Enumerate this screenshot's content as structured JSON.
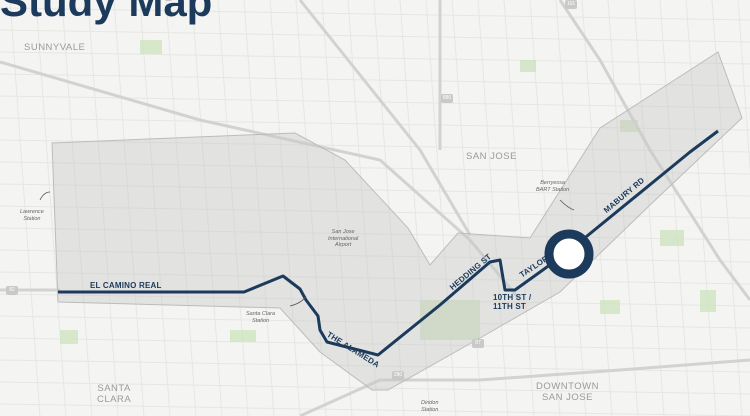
{
  "title": "Study Map",
  "cities": {
    "sunnyvale": "SUNNYVALE",
    "san_jose": "SAN JOSE",
    "santa_clara": "SANTA\nCLARA",
    "downtown": "DOWNTOWN\nSAN JOSE"
  },
  "stations": {
    "lawrence": "Lawrence\nStation",
    "airport": "San Jose\nInternational\nAirport",
    "santa_clara": "Santa Clara\nStation",
    "berryessa": "Berryessa\nBART Station",
    "diridon": "Diridon\nStation"
  },
  "routes": {
    "el_camino": "EL CAMINO REAL",
    "alameda": "THE ALAMEDA",
    "hedding": "HEDDING ST",
    "taylor": "TAYLOR",
    "tenth": "10TH ST /\n11TH ST",
    "mabury": "MABURY RD"
  },
  "shields": {
    "a": "82",
    "b": "880",
    "c": "101",
    "d": "280",
    "e": "87"
  },
  "colors": {
    "route": "#1b3a5c",
    "study_area": "#c9c9c9",
    "background": "#f4f4f2",
    "park": "#cfe3bf"
  }
}
